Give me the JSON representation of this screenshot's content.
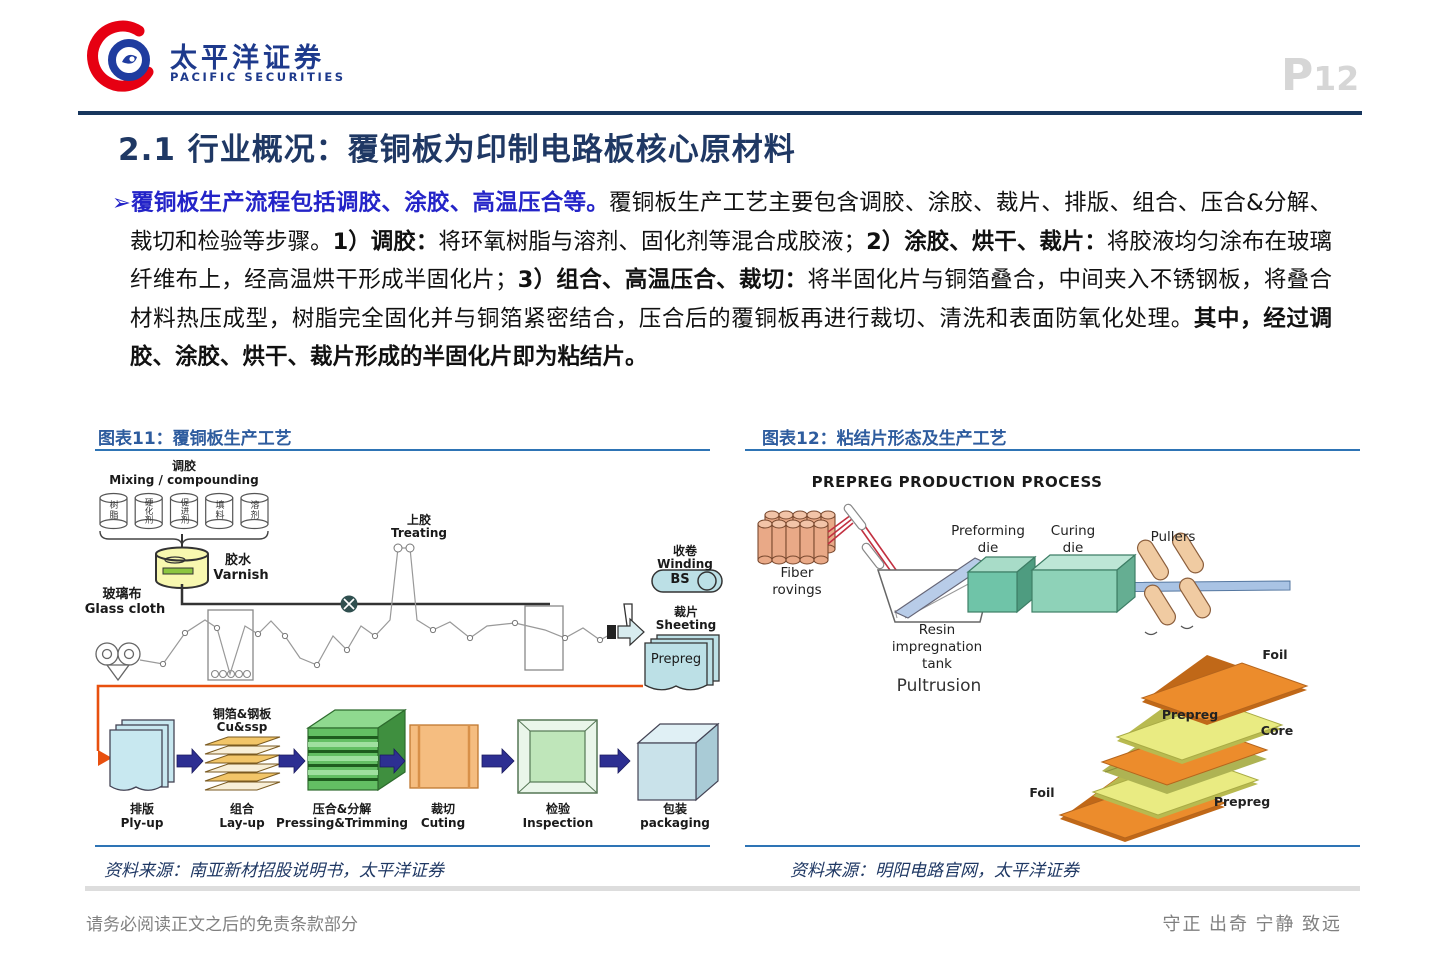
{
  "page_number_p": "P",
  "page_number_n": "12",
  "logo": {
    "name_cn": "太平洋证券",
    "name_en": "PACIFIC SECURITIES"
  },
  "title": "2.1 行业概况：覆铜板为印制电路板核心原材料",
  "paragraph_segments": [
    {
      "text": "➢",
      "style": "marker"
    },
    {
      "text": "覆铜板生产流程包括调胶、涂胶、高温压合等。",
      "style": "blue-bold"
    },
    {
      "text": "覆铜板生产工艺主要包含调胶、涂胶、裁片、排版、组合、压合&分解、裁切和检验等步骤。",
      "style": "normal"
    },
    {
      "text": "1）调胶：",
      "style": "bold"
    },
    {
      "text": "将环氧树脂与溶剂、固化剂等混合成胶液；",
      "style": "normal"
    },
    {
      "text": "2）涂胶、烘干、裁片：",
      "style": "bold"
    },
    {
      "text": "将胶液均匀涂布在玻璃纤维布上，经高温烘干形成半固化片；",
      "style": "normal"
    },
    {
      "text": "3）组合、高温压合、裁切：",
      "style": "bold"
    },
    {
      "text": "将半固化片与铜箔叠合，中间夹入不锈钢板，将叠合材料热压成型，树脂完全固化并与铜箔紧密结合，压合后的覆铜板再进行裁切、清洗和表面防氧化处理。",
      "style": "normal"
    },
    {
      "text": "其中，经过调胶、涂胶、烘干、裁片形成的半固化片即为粘结片。",
      "style": "bold"
    }
  ],
  "figure11": {
    "caption": "图表11：覆铜板生产工艺",
    "source": "资料来源：南亚新材招股说明书，太平洋证券",
    "labels": {
      "mixing_cn": "调胶",
      "mixing_en": "Mixing / compounding",
      "cylinders": [
        "树脂",
        "硬化剂",
        "促进剂",
        "填料",
        "溶剂"
      ],
      "varnish_cn": "胶水",
      "varnish_en": "Varnish",
      "glass_cloth_cn": "玻璃布",
      "glass_cloth_en": "Glass cloth",
      "treating_cn": "上胶",
      "treating_en": "Treating",
      "winding_cn": "收卷",
      "winding_en": "Winding",
      "winding_roll": "BS",
      "sheeting_cn": "裁片",
      "sheeting_en": "Sheeting",
      "prepreg": "Prepreg",
      "cu_ssp_cn": "铜箔&钢板",
      "cu_ssp_en": "Cu&ssp"
    },
    "steps": [
      {
        "cn": "排版",
        "en": "Ply-up"
      },
      {
        "cn": "组合",
        "en": "Lay-up"
      },
      {
        "cn": "压合&分解",
        "en": "Pressing&Trimming"
      },
      {
        "cn": "裁切",
        "en": "Cuting"
      },
      {
        "cn": "检验",
        "en": "Inspection"
      },
      {
        "cn": "包装",
        "en": "packaging"
      }
    ]
  },
  "figure12": {
    "caption": "图表12：粘结片形态及生产工艺",
    "source": "资料来源：明阳电路官网，太平洋证券",
    "labels": {
      "title": "PREPREG PRODUCTION PROCESS",
      "fiber_1": "Fiber",
      "fiber_2": "rovings",
      "resin_1": "Resin",
      "resin_2": "impregnation",
      "resin_3": "tank",
      "pultrusion": "Pultrusion",
      "preforming_1": "Preforming",
      "preforming_2": "die",
      "curing_1": "Curing",
      "curing_2": "die",
      "pullers": "Pullers",
      "foil_top": "Foil",
      "prepreg_top": "Prepreg",
      "core": "Core",
      "prepreg_bottom": "Prepreg",
      "foil_bottom": "Foil"
    }
  },
  "footer": {
    "left": "请务必阅读正文之后的免责条款部分",
    "right": "守正 出奇 宁静 致远"
  },
  "colors": {
    "accent_navy": "#1F3864",
    "lead_blue": "#2424C8",
    "caption_blue": "#2E5C9E",
    "rule_blue": "#2E74B5",
    "highlight_orange": "#E8500F",
    "logo_red": "#E60012",
    "logo_blue": "#1F3C9F"
  }
}
